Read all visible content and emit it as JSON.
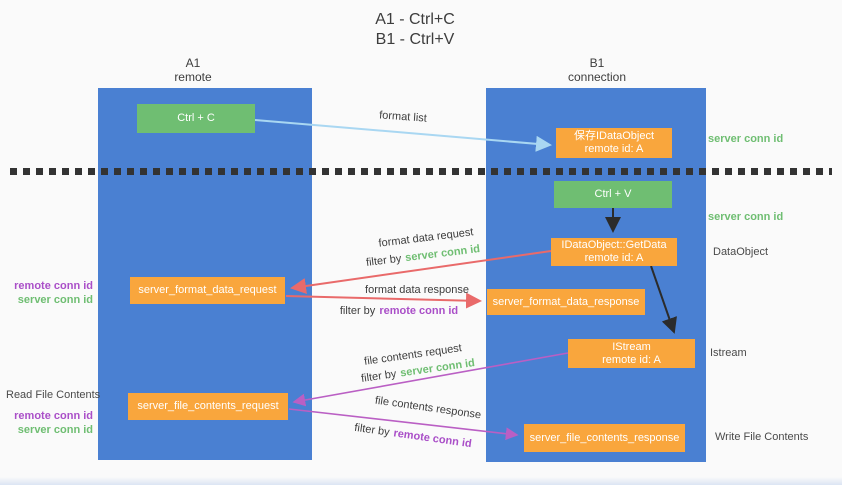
{
  "title": {
    "line1": "A1 - Ctrl+C",
    "line2": "B1 - Ctrl+V"
  },
  "lanes": {
    "a": {
      "name": "A1",
      "subtitle": "remote"
    },
    "b": {
      "name": "B1",
      "subtitle": "connection"
    }
  },
  "nodes": {
    "ctrl_c": "Ctrl + C",
    "save_dataobject": {
      "line1": "保存IDataObject",
      "line2": "remote id: A"
    },
    "ctrl_v": "Ctrl + V",
    "getdata": {
      "line1": "IDataObject::GetData",
      "line2": "remote id: A"
    },
    "format_request": "server_format_data_request",
    "format_response": "server_format_data_response",
    "istream": {
      "line1": "IStream",
      "line2": "remote id: A"
    },
    "file_request": "server_file_contents_request",
    "file_response": "server_file_contents_response"
  },
  "edge_labels": {
    "format_list": "format list",
    "format_data_request": "format data request",
    "format_data_response": "format data response",
    "file_contents_request": "file contents request",
    "file_contents_response": "file contents response",
    "filter_by": "filter by",
    "server_conn_id": "server conn id",
    "remote_conn_id": "remote conn id"
  },
  "side_labels": {
    "server_conn_id": "server conn id",
    "remote_conn_id": "remote conn id",
    "dataobject": "DataObject",
    "istream": "Istream",
    "read_file_contents": "Read File Contents",
    "write_file_contents": "Write File Contents"
  },
  "colors": {
    "lane": "#4a80d2",
    "green_box": "#6fbe72",
    "orange_box": "#f9a63d",
    "green_text": "#6fbe72",
    "purple_text": "#aa4fc8",
    "dark_text": "#3d3d3d",
    "red_arrow": "#e96a6a",
    "magenta_arrow": "#ba5fc4",
    "blue_arrow": "#a9d7f2",
    "black_arrow": "#2b2b2b"
  }
}
